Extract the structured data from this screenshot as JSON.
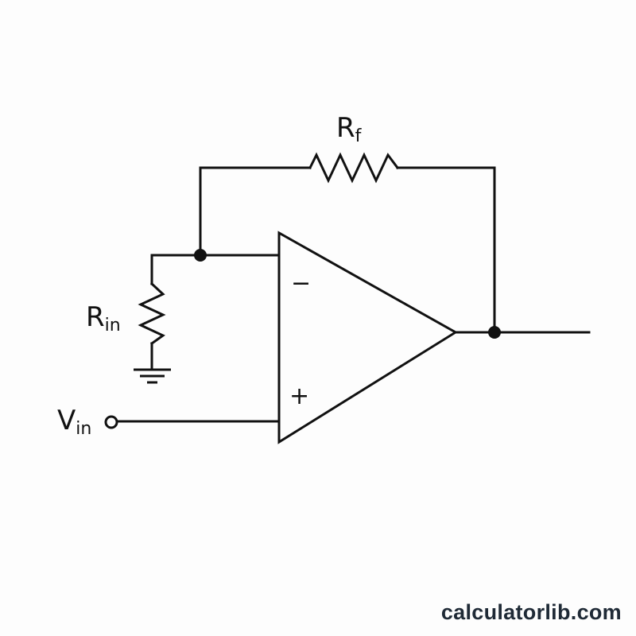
{
  "labels": {
    "rf_main": "R",
    "rf_sub": "f",
    "rin_main": "R",
    "rin_sub": "in",
    "vin_main": "V",
    "vin_sub": "in",
    "minus": "−",
    "plus": "+"
  },
  "watermark": "calculatorlib.com",
  "colors": {
    "ink": "#111111",
    "background": "#fdfdfd",
    "watermark": "#1f2a36"
  }
}
